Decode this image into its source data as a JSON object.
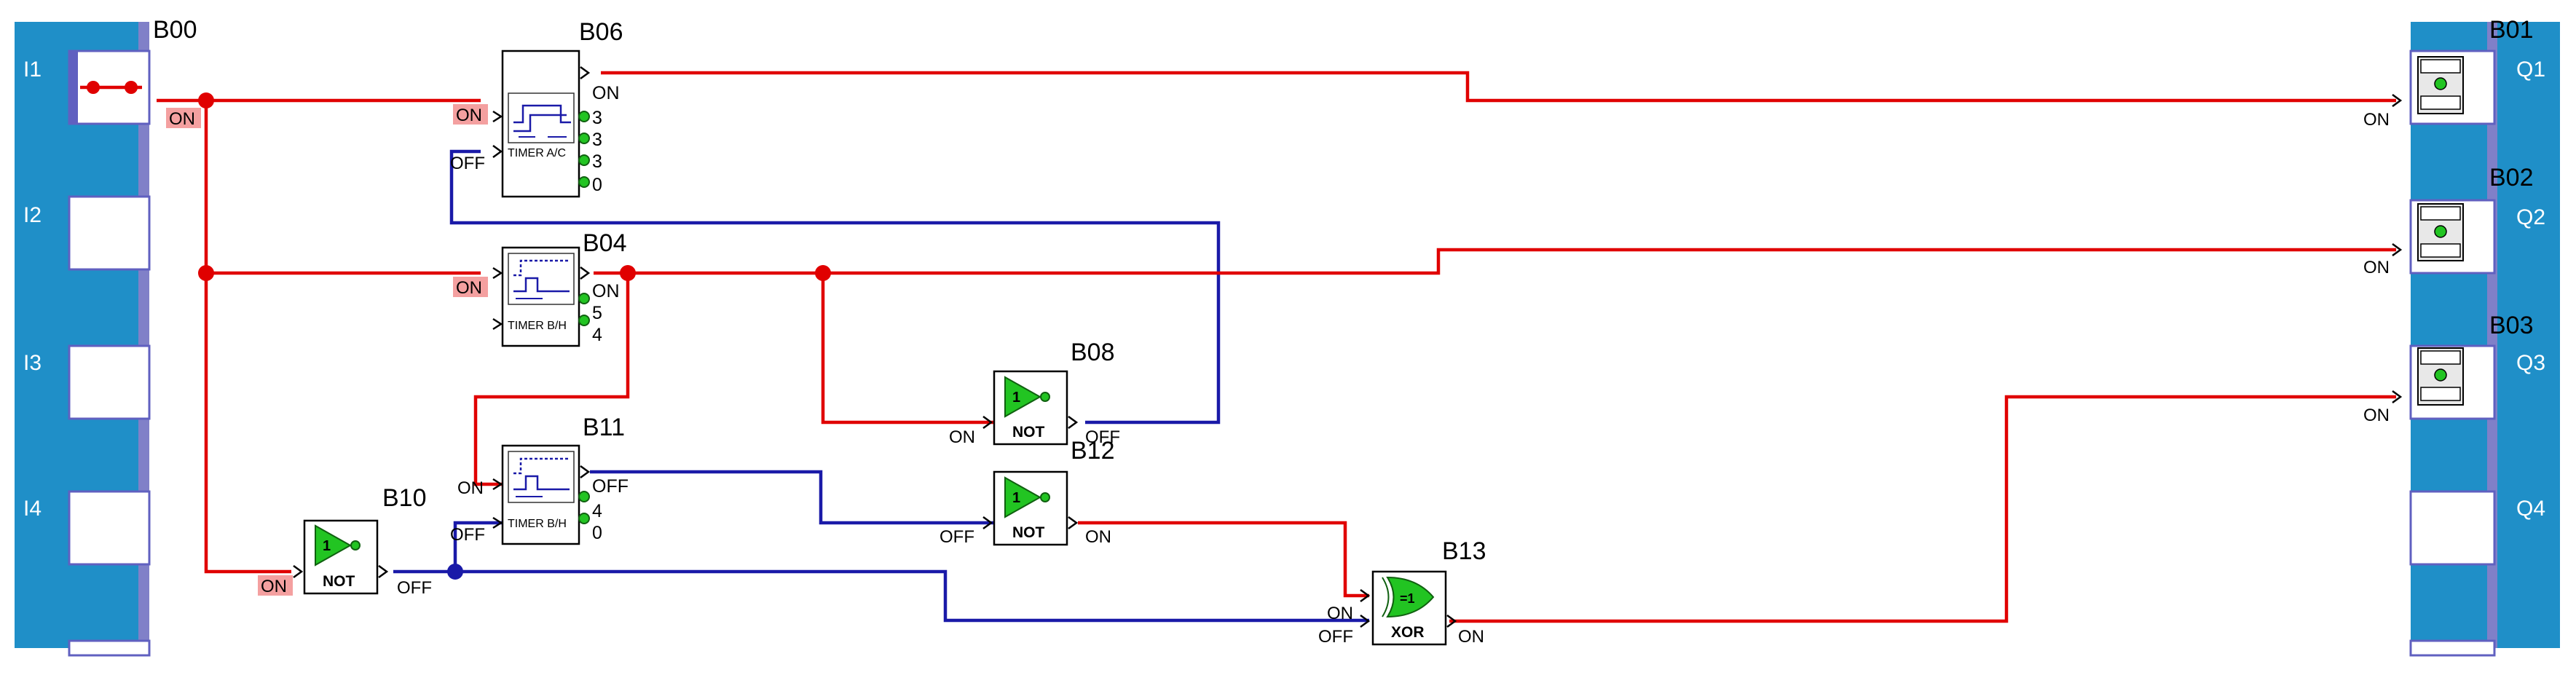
{
  "inputs": [
    {
      "name": "I1"
    },
    {
      "name": "I2"
    },
    {
      "name": "I3"
    },
    {
      "name": "I4"
    }
  ],
  "outputs": [
    {
      "name": "Q1"
    },
    {
      "name": "Q2"
    },
    {
      "name": "Q3"
    },
    {
      "name": "Q4"
    }
  ],
  "blocks": {
    "b00": "B00",
    "b01": "B01",
    "b02": "B02",
    "b03": "B03",
    "b04": "B04",
    "b06": "B06",
    "b08": "B08",
    "b10": "B10",
    "b11": "B11",
    "b12": "B12",
    "b13": "B13"
  },
  "block_types": {
    "timer_ac": "TIMER A/C",
    "timer_bh": "TIMER B/H",
    "not": "NOT",
    "xor": "XOR",
    "xor_symbol": "=1",
    "not_symbol": "1"
  },
  "b06_pins": [
    "ON",
    "3",
    "3",
    "3",
    "0"
  ],
  "b04_pins": [
    "ON",
    "5",
    "4"
  ],
  "b11_pins": [
    "OFF",
    "4",
    "0"
  ],
  "states": {
    "on": "ON",
    "off": "OFF"
  },
  "colors": {
    "wire_on": "#e00000",
    "wire_off": "#1a1aa8",
    "rail": "#1f8fc8",
    "gate_fill": "#22c422",
    "state_highlight": "#f4a0a0"
  }
}
